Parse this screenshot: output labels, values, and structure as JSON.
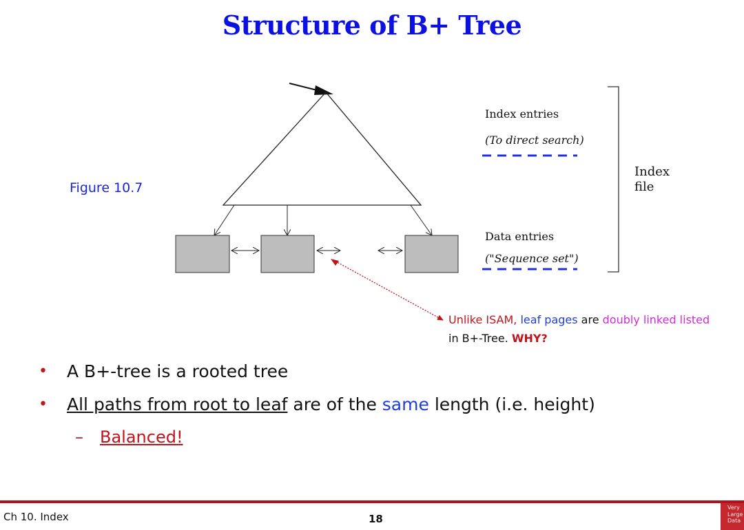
{
  "title": "Structure of B+ Tree",
  "figure_label": "Figure 10.7",
  "diagram": {
    "index_entries_label": "Index entries",
    "index_entries_note": "(To direct search)",
    "data_entries_label": "Data entries",
    "data_entries_note": "(\"Sequence set\")",
    "index_file_line1": "Index",
    "index_file_line2": "file"
  },
  "note": {
    "part1": "Unlike ISAM, ",
    "part2": "leaf pages",
    "part3": " are ",
    "part4": "doubly linked listed",
    "part5": "in B+-Tree. ",
    "part6": "WHY?"
  },
  "bullets": {
    "item1": "A B+-tree is a rooted tree",
    "item2_underlined": "All paths from root to leaf",
    "item2_mid": " are of the ",
    "item2_highlight": "same",
    "item2_end": " length (i.e. height)",
    "sub_dash": "–",
    "sub_item": "Balanced!",
    "bullet_char": "•"
  },
  "footer": {
    "chapter": "Ch 10. Index",
    "page_number": "18",
    "logo_line1": "Very",
    "logo_line2": "Large",
    "logo_line3": "Data"
  },
  "colors": {
    "title": "#0c10e0",
    "accent_red": "#c0141b",
    "dashed_blue": "#1f2fe0",
    "leaf_fill": "#bdbdbd"
  }
}
